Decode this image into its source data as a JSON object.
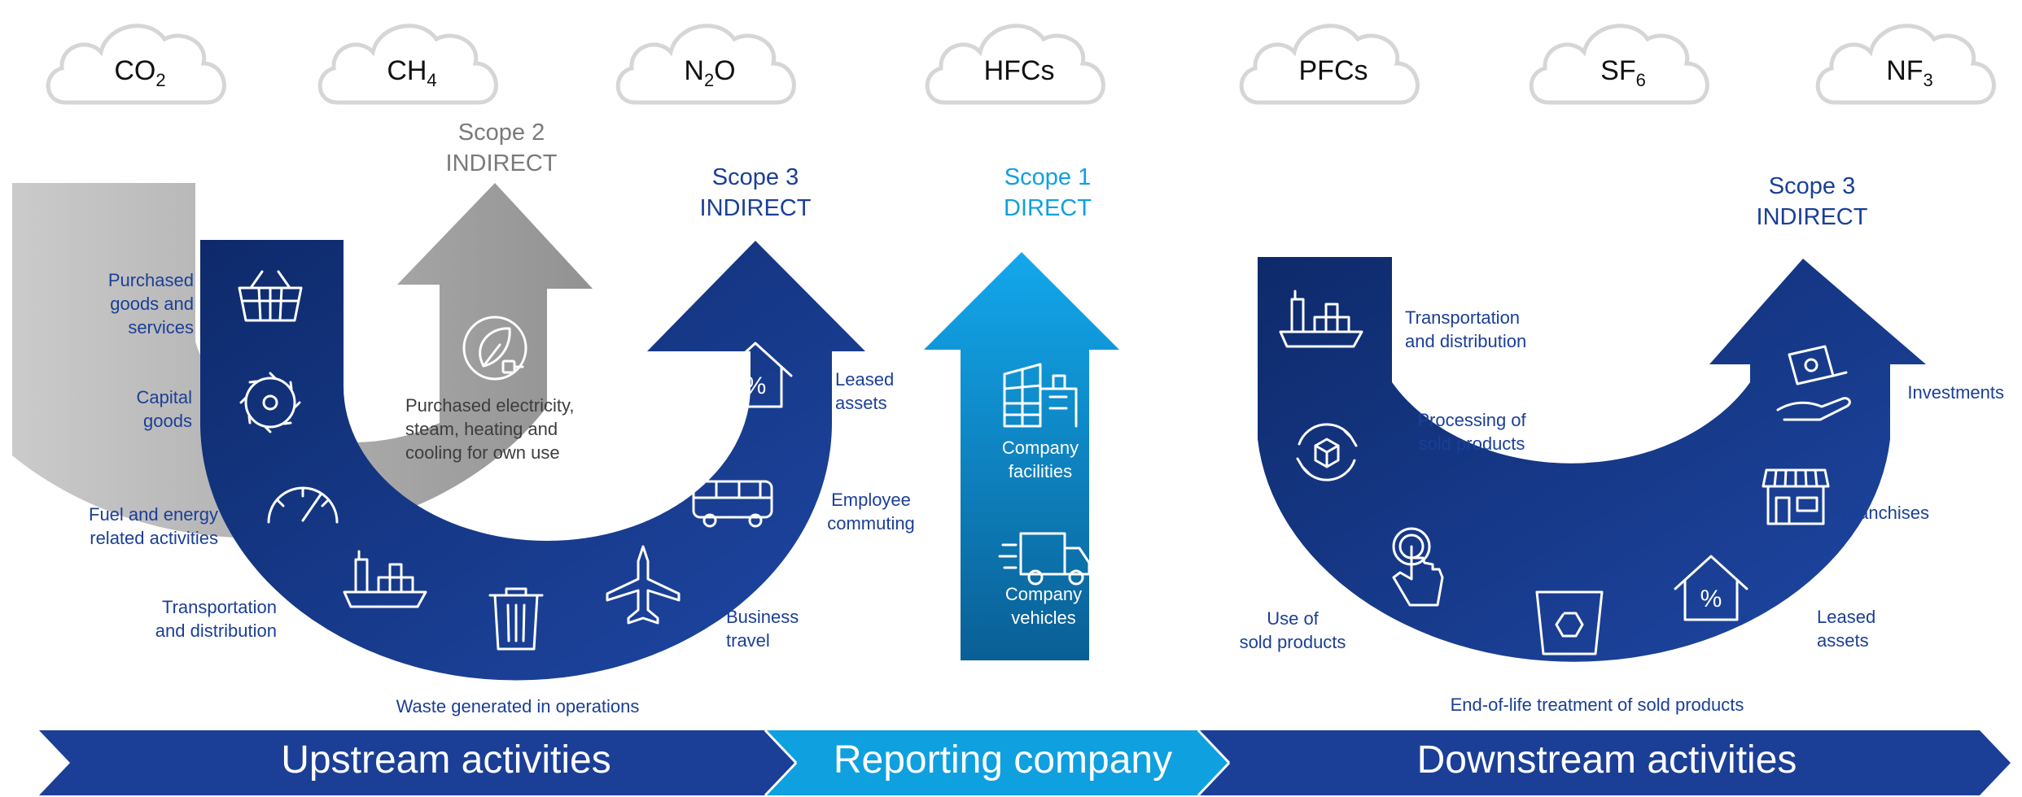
{
  "gases": [
    {
      "base": "CO",
      "sub": "2",
      "label": "CO2"
    },
    {
      "base": "CH",
      "sub": "4",
      "label": "CH4"
    },
    {
      "base": "N",
      "sub": "2",
      "rest": "O",
      "label": "N2O"
    },
    {
      "base": "HFCs",
      "sub": "",
      "label": "HFCs"
    },
    {
      "base": "PFCs",
      "sub": "",
      "label": "PFCs"
    },
    {
      "base": "SF",
      "sub": "6",
      "label": "SF6"
    },
    {
      "base": "NF",
      "sub": "3",
      "label": "NF3"
    }
  ],
  "scopes": {
    "scope2": {
      "line1": "Scope 2",
      "line2": "INDIRECT",
      "color": "#7a7a7a"
    },
    "scope3_up": {
      "line1": "Scope 3",
      "line2": "INDIRECT",
      "color": "#1b3f96"
    },
    "scope1": {
      "line1": "Scope 1",
      "line2": "DIRECT",
      "color": "#0fa0e0"
    },
    "scope3_down": {
      "line1": "Scope 3",
      "line2": "INDIRECT",
      "color": "#1b3f96"
    }
  },
  "upstream": {
    "purchased_goods": [
      "Purchased",
      "goods and",
      "services"
    ],
    "capital_goods": [
      "Capital",
      "goods"
    ],
    "fuel_energy": [
      "Fuel and energy",
      "related activities"
    ],
    "transportation": [
      "Transportation",
      "and distribution"
    ],
    "waste": [
      "Waste generated in operations"
    ],
    "business_travel": [
      "Business",
      "travel"
    ],
    "employee_commuting": [
      "Employee",
      "commuting"
    ],
    "leased_assets": [
      "Leased",
      "assets"
    ],
    "scope2_desc": [
      "Purchased electricity,",
      "steam, heating and",
      "cooling for own use"
    ]
  },
  "reporting": {
    "facilities": [
      "Company",
      "facilities"
    ],
    "vehicles": [
      "Company",
      "vehicles"
    ]
  },
  "downstream": {
    "transportation": [
      "Transportation",
      "and distribution"
    ],
    "processing": [
      "Processing of",
      "sold products"
    ],
    "use": [
      "Use of",
      "sold products"
    ],
    "end_of_life": [
      "End-of-life treatment of sold products"
    ],
    "leased_assets": [
      "Leased",
      "assets"
    ],
    "franchises": [
      "Franchises"
    ],
    "investments": [
      "Investments"
    ]
  },
  "banner": {
    "upstream": "Upstream activities",
    "reporting": "Reporting company",
    "downstream": "Downstream activities"
  },
  "colors": {
    "navy": "#1b3f96",
    "navy_dark": "#12307a",
    "sky": "#0fa0e0",
    "gray": "#8a8a8a",
    "label": "#1b3f96"
  },
  "icons": [
    "basket-icon",
    "saw-blade-icon",
    "gauge-icon",
    "cargo-ship-icon",
    "trash-bin-icon",
    "airplane-icon",
    "bus-icon",
    "house-percent-icon",
    "plug-leaf-icon",
    "factory-icon",
    "truck-icon",
    "hand-touch-icon",
    "recycle-bin-icon",
    "cycle-box-icon",
    "storefront-icon",
    "money-hand-icon"
  ]
}
